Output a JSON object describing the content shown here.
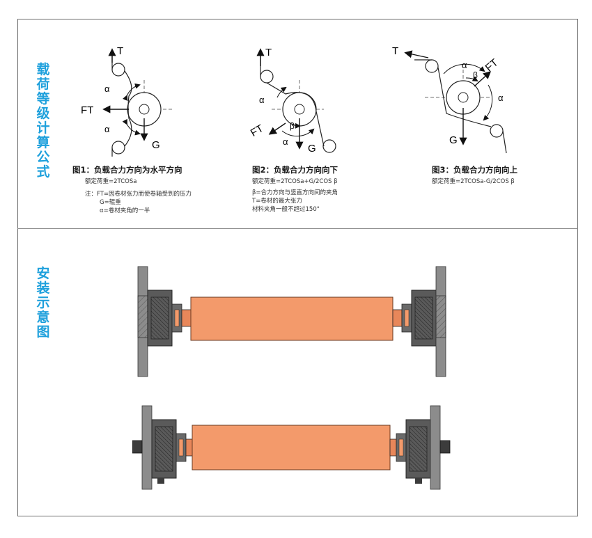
{
  "section1": {
    "title": "载荷等级计算公式"
  },
  "section2": {
    "title": "安装示意图"
  },
  "figures": [
    {
      "caption_title": "图1：负载合力方向为水平方向",
      "formula": "额定荷重=2TCOSa",
      "notes": [
        "注：FT=因卷材张力而使卷轴受到的压力",
        "G=辊重",
        "α=卷材夹角的一半"
      ],
      "labels": {
        "t": "T",
        "ft": "FT",
        "g": "G",
        "alpha_top": "α",
        "alpha_bottom": "α"
      }
    },
    {
      "caption_title": "图2：负载合力方向向下",
      "formula": "额定荷重=2TCOSa+G/2COS β",
      "notes": [
        "β=合力方向与竖直方向间的夹角",
        "T=卷材的最大张力",
        "材料夹角一般不超过150°"
      ],
      "labels": {
        "t": "T",
        "ft": "FT",
        "g": "G",
        "alpha_top": "α",
        "alpha_bottom": "α",
        "beta": "β"
      }
    },
    {
      "caption_title": "图3：负载合力方向向上",
      "formula": "额定荷重=2TCOSa-G/2COS β",
      "notes": [],
      "labels": {
        "t": "T",
        "ft": "FT",
        "g": "G",
        "alpha_top": "α",
        "alpha_right": "α",
        "beta": "β"
      }
    }
  ],
  "colors": {
    "accent": "#1ea0dc",
    "roller": "#f39a6b",
    "wall": "#8c8c8c",
    "bearing_dark": "#3c3c3c"
  }
}
